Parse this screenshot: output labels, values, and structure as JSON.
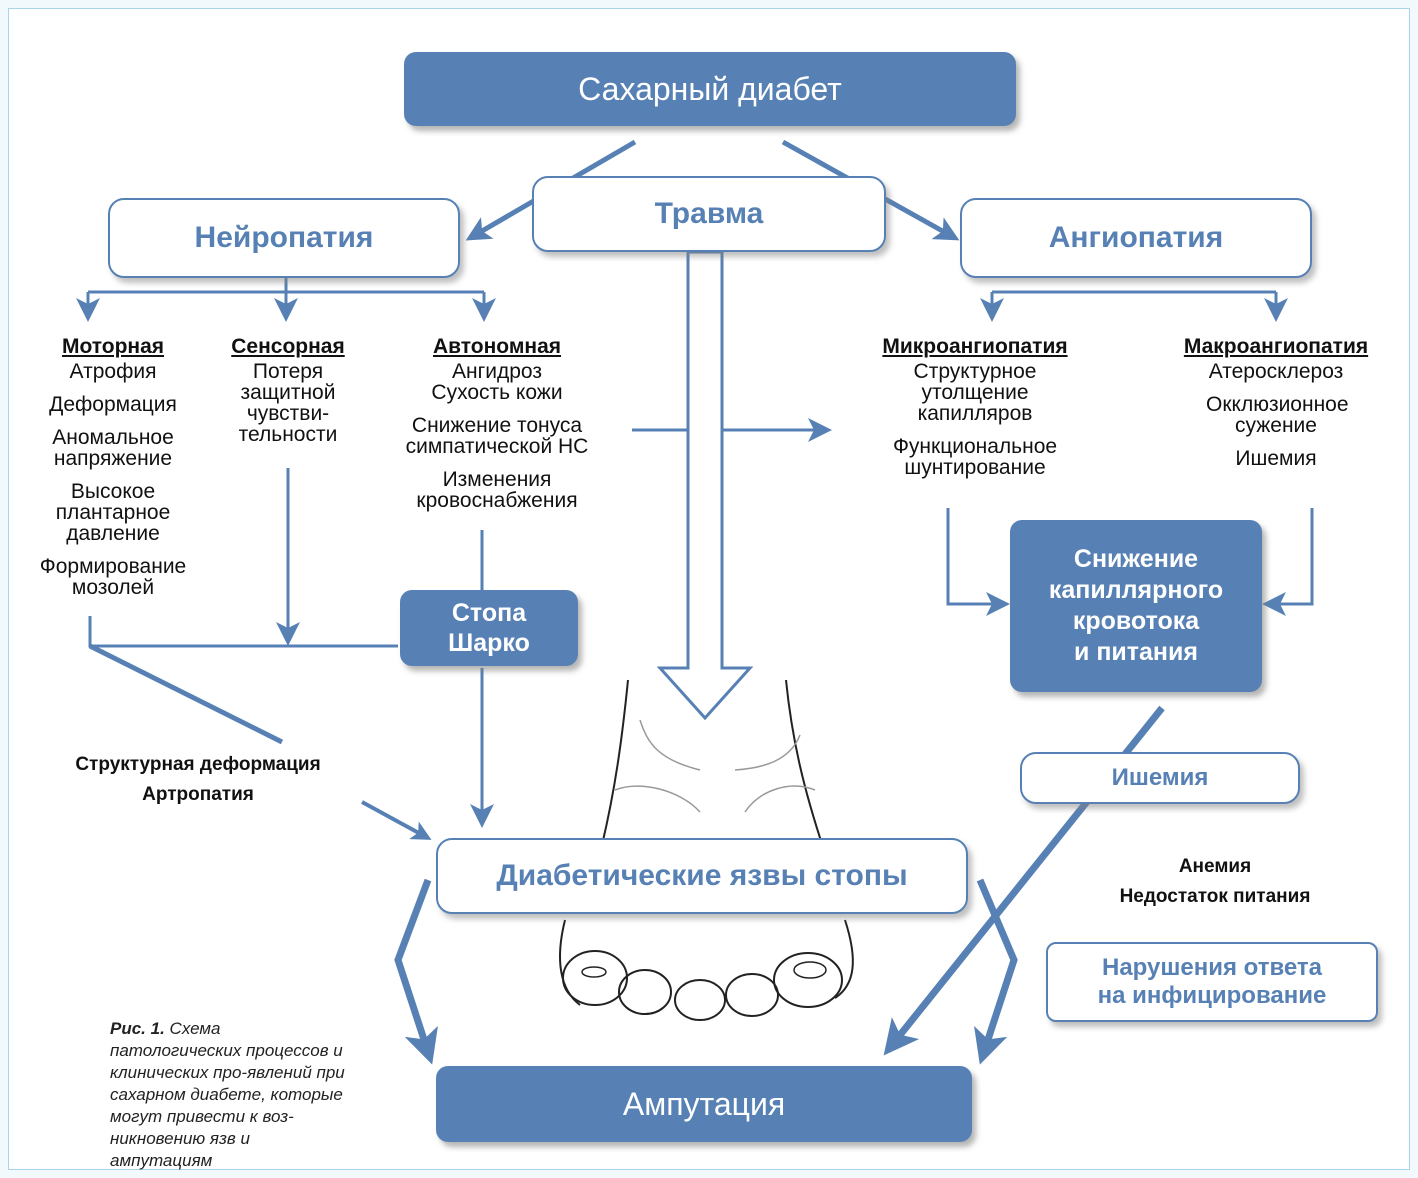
{
  "nodes": {
    "diabetes": "Сахарный диабет",
    "trauma": "Травма",
    "neuropathy": "Нейропатия",
    "angiopathy": "Ангиопатия",
    "charcot": [
      "Стопа",
      "Шарко"
    ],
    "capillary": [
      "Снижение",
      "капиллярного",
      "кровотока",
      "и питания"
    ],
    "ischemia_box": "Ишемия",
    "ulcers": "Диабетические язвы стопы",
    "infection": [
      "Нарушения ответа",
      "на инфицирование"
    ],
    "amputation": "Ампутация"
  },
  "neuropathy_types": [
    {
      "title": "Моторная",
      "items": [
        "Атрофия",
        "Деформация",
        "Аномальное напряжение",
        "Высокое плантарное давление",
        "Формирование мозолей"
      ]
    },
    {
      "title": "Сенсорная",
      "items": [
        "Потеря защитной чувстви-тельности"
      ]
    },
    {
      "title": "Автономная",
      "items": [
        "Ангидроз Сухость кожи",
        "Снижение тонуса симпатической НС",
        "Изменения кровоснабжения"
      ]
    }
  ],
  "angiopathy_types": [
    {
      "title": "Микроангиопатия",
      "items": [
        "Структурное утолщение капилляров",
        "Функциональное шунтирование"
      ]
    },
    {
      "title": "Макроангиопатия",
      "items": [
        "Атеросклероз",
        "Окклюзионное сужение",
        "Ишемия"
      ]
    }
  ],
  "notes": {
    "structural": [
      "Структурная деформация",
      "Артропатия"
    ],
    "anemia": [
      "Анемия",
      "Недостаток питания"
    ]
  },
  "caption": {
    "label": "Рис. 1.",
    "text": "Схема патологических процессов и клинических про-явлений при сахарном диабете, которые могут привести к воз-никновению язв и ампутациям"
  },
  "colors": {
    "primary": "#5781b4",
    "frame": "#a9d3ea"
  }
}
